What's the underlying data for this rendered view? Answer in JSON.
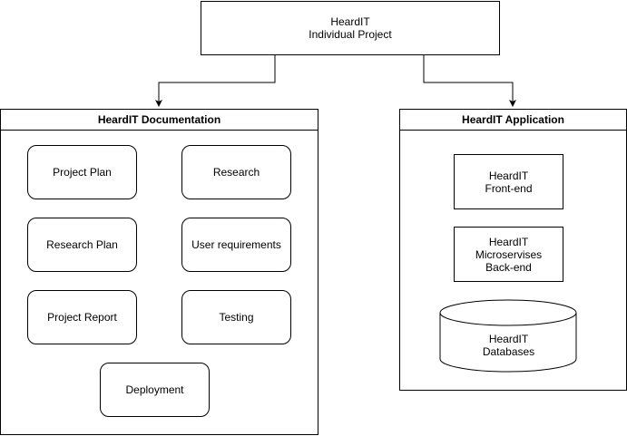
{
  "root": {
    "line1": "HeardIT",
    "line2": "Individual Project"
  },
  "documentation": {
    "title": "HeardIT Documentation",
    "items": [
      "Project Plan",
      "Research",
      "Research Plan",
      "User requirements",
      "Project Report",
      "Testing",
      "Deployment"
    ]
  },
  "application": {
    "title": "HeardIT Application",
    "frontend": {
      "line1": "HeardIT",
      "line2": "Front-end"
    },
    "backend": {
      "line1": "HeardIT",
      "line2": "Microservises",
      "line3": "Back-end"
    },
    "database": {
      "line1": "HeardIT",
      "line2": "Databases"
    }
  },
  "colors": {
    "stroke": "#000000",
    "fill": "#ffffff"
  }
}
